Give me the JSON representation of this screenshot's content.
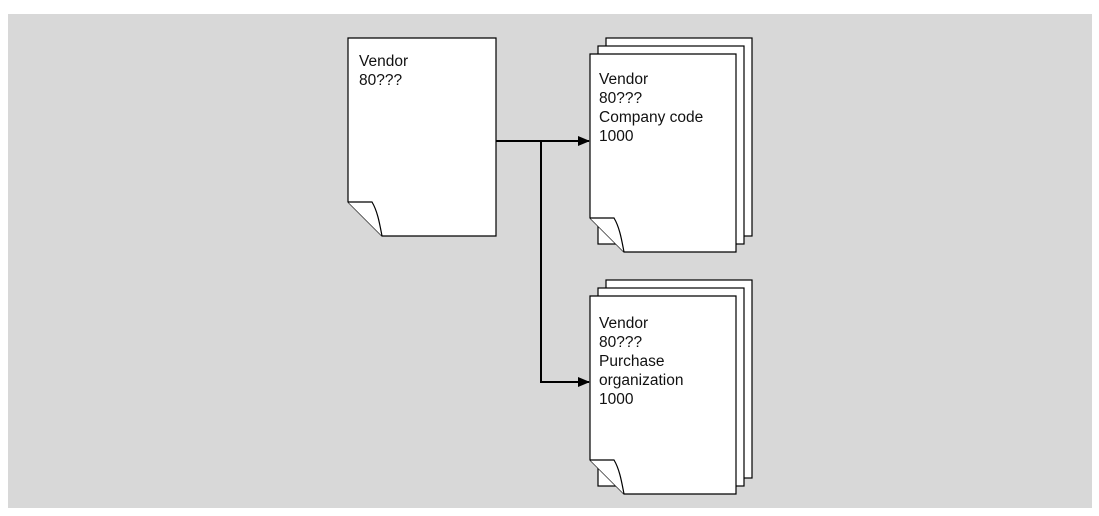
{
  "colors": {
    "panel_background": "#d8d8d8",
    "page_fill": "#ffffff",
    "line": "#000000"
  },
  "source_document": {
    "lines": [
      "Vendor",
      "80???"
    ]
  },
  "company_code_document": {
    "lines": [
      "Vendor",
      "80???",
      "Company code",
      "1000"
    ]
  },
  "purchasing_document": {
    "lines": [
      "Vendor",
      "80???",
      "Purchase",
      "organization",
      "1000"
    ]
  }
}
